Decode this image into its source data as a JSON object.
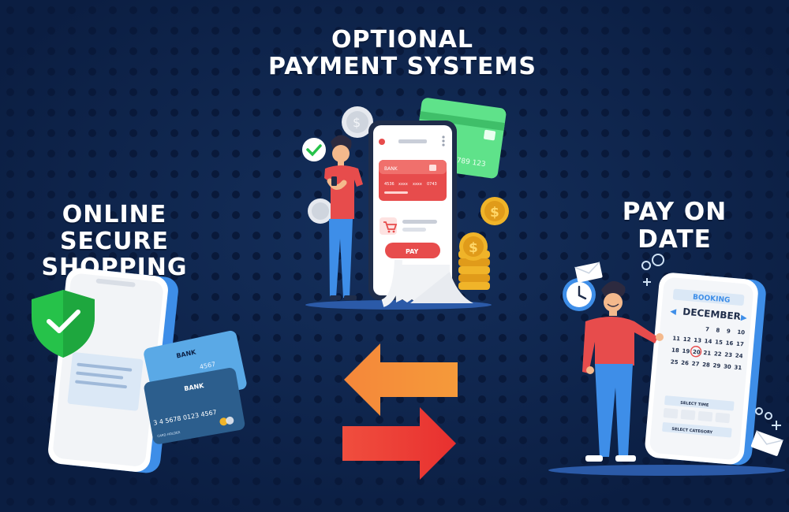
{
  "headings": {
    "optional": [
      "OPTIONAL",
      "PAYMENT SYSTEMS"
    ],
    "online": [
      "ONLINE SECURE",
      "SHOPPING"
    ],
    "pay_on_date": [
      "PAY ON",
      "DATE"
    ]
  },
  "center_phone": {
    "card_bank": "BANK",
    "card_number": [
      "4536",
      "xxxx",
      "xxxx",
      "0743"
    ],
    "pay_button": "PAY",
    "back_card_number": "789 123"
  },
  "left_phone": {
    "card_front_bank": "BANK",
    "card_front_number": "3 4  5678  0123  4567",
    "card_front_holder": "CARD HOLDER",
    "card_back_bank": "BANK",
    "card_back_number": "4567"
  },
  "calendar": {
    "header": "BOOKING",
    "month": "DECEMBER",
    "days": [
      "7",
      "8",
      "9",
      "10",
      "11",
      "12",
      "13",
      "14",
      "15",
      "16",
      "17",
      "18",
      "19",
      "20",
      "21",
      "22",
      "23",
      "24",
      "25",
      "26",
      "27",
      "28",
      "29",
      "30",
      "31"
    ],
    "selected_day": "20",
    "select_time": "SELECT TIME",
    "select_category": "SELECT CATEGORY"
  },
  "icons": [
    "check-icon",
    "coin-icon",
    "shield-check-icon",
    "clock-icon",
    "envelope-icon",
    "cart-icon",
    "swap-arrows-icon"
  ],
  "colors": {
    "background": "#0d2247",
    "accent_red": "#e74c4c",
    "orange": "#f5873a",
    "blue": "#3e8ee8",
    "green": "#26c24a",
    "coin": "#f0b429"
  }
}
